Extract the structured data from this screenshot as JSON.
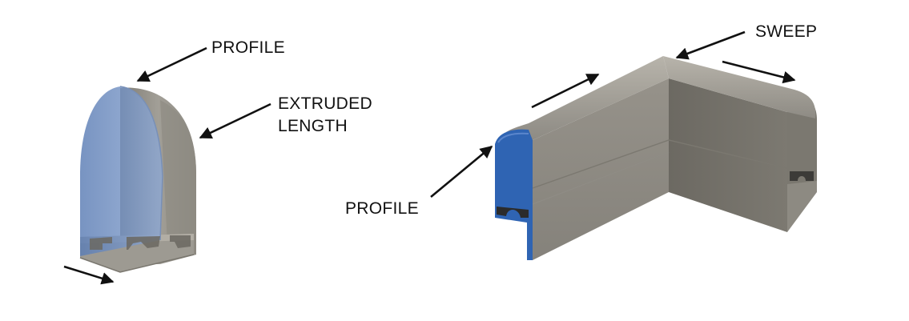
{
  "labels": {
    "profile_left": "PROFILE",
    "extruded_line1": "EXTRUDED",
    "extruded_line2": "LENGTH",
    "sweep": "SWEEP",
    "profile_right": "PROFILE"
  },
  "colors": {
    "body_gray": "#8a877f",
    "body_gray_light": "#a9a59c",
    "body_gray_dark": "#6f6c65",
    "profile_blue": "#2f64b3",
    "translucent_blue": "#6f8fc0",
    "arrow": "#111111",
    "text": "#111111"
  }
}
